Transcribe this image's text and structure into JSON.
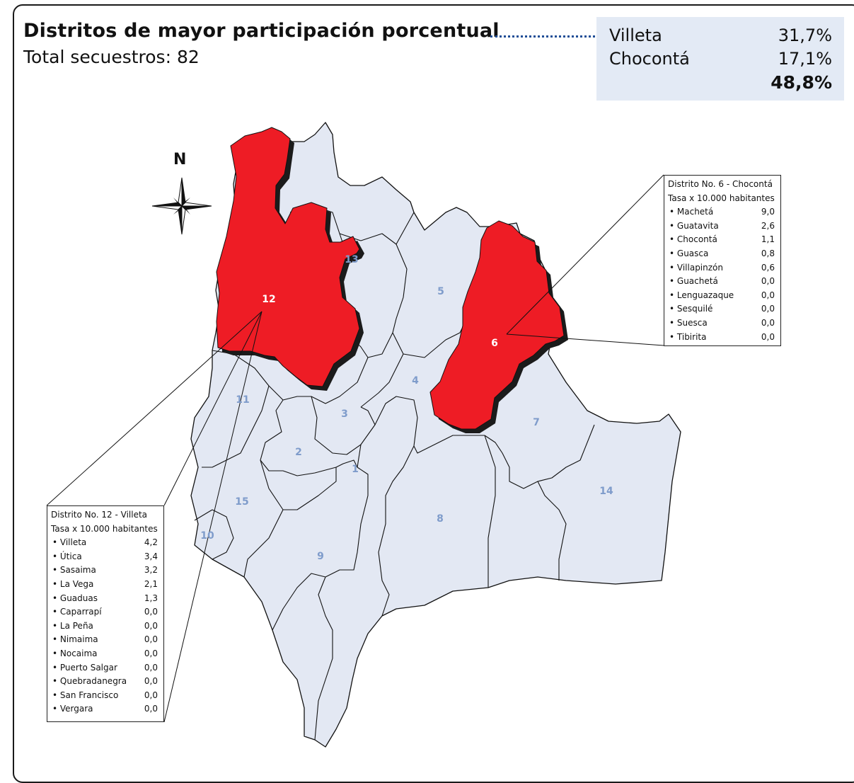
{
  "header": {
    "title": "Distritos de mayor participación porcentual",
    "subtitle": "Total secuestros: 82"
  },
  "summary": {
    "rows": [
      {
        "name": "Villeta",
        "value": "31,7%"
      },
      {
        "name": "Chocontá",
        "value": "17,1%"
      }
    ],
    "total": "48,8%"
  },
  "compass": {
    "north_label": "N"
  },
  "colors": {
    "highlight": "#ee1c25",
    "district_fill": "#e3e8f3",
    "label_blue": "#7f9ccb",
    "summary_bg": "#e3eaf5",
    "leader_blue": "#1f4e96"
  },
  "districts": {
    "d1": "1",
    "d2": "2",
    "d3": "3",
    "d4": "4",
    "d5": "5",
    "d6": "6",
    "d7": "7",
    "d8": "8",
    "d9": "9",
    "d10": "10",
    "d11": "11",
    "d12": "12",
    "d13": "13",
    "d14": "14",
    "d15": "15"
  },
  "legend_chocconta": {
    "title": "Distrito No. 6 - Chocontá",
    "subtitle": "Tasa x 10.000 habitantes",
    "items": [
      {
        "name": "• Machetá",
        "value": "9,0"
      },
      {
        "name": "• Guatavita",
        "value": "2,6"
      },
      {
        "name": "• Chocontá",
        "value": "1,1"
      },
      {
        "name": "• Guasca",
        "value": "0,8"
      },
      {
        "name": "• Villapinzón",
        "value": "0,6"
      },
      {
        "name": "• Guachetá",
        "value": "0,0"
      },
      {
        "name": "• Lenguazaque",
        "value": "0,0"
      },
      {
        "name": "• Sesquilé",
        "value": "0,0"
      },
      {
        "name": "• Suesca",
        "value": "0,0"
      },
      {
        "name": "• Tibirita",
        "value": "0,0"
      }
    ]
  },
  "legend_villeta": {
    "title": "Distrito No. 12 - Villeta",
    "subtitle": "Tasa x 10.000 habitantes",
    "items": [
      {
        "name": "• Villeta",
        "value": "4,2"
      },
      {
        "name": "• Útica",
        "value": "3,4"
      },
      {
        "name": "• Sasaima",
        "value": "3,2"
      },
      {
        "name": "• La Vega",
        "value": "2,1"
      },
      {
        "name": "• Guaduas",
        "value": "1,3"
      },
      {
        "name": "• Caparrapí",
        "value": "0,0"
      },
      {
        "name": "• La Peña",
        "value": "0,0"
      },
      {
        "name": "• Nimaima",
        "value": "0,0"
      },
      {
        "name": "• Nocaima",
        "value": "0,0"
      },
      {
        "name": "• Puerto Salgar",
        "value": "0,0"
      },
      {
        "name": "• Quebradanegra",
        "value": "0,0"
      },
      {
        "name": "• San Francisco",
        "value": "0,0"
      },
      {
        "name": "• Vergara",
        "value": "0,0"
      }
    ]
  }
}
